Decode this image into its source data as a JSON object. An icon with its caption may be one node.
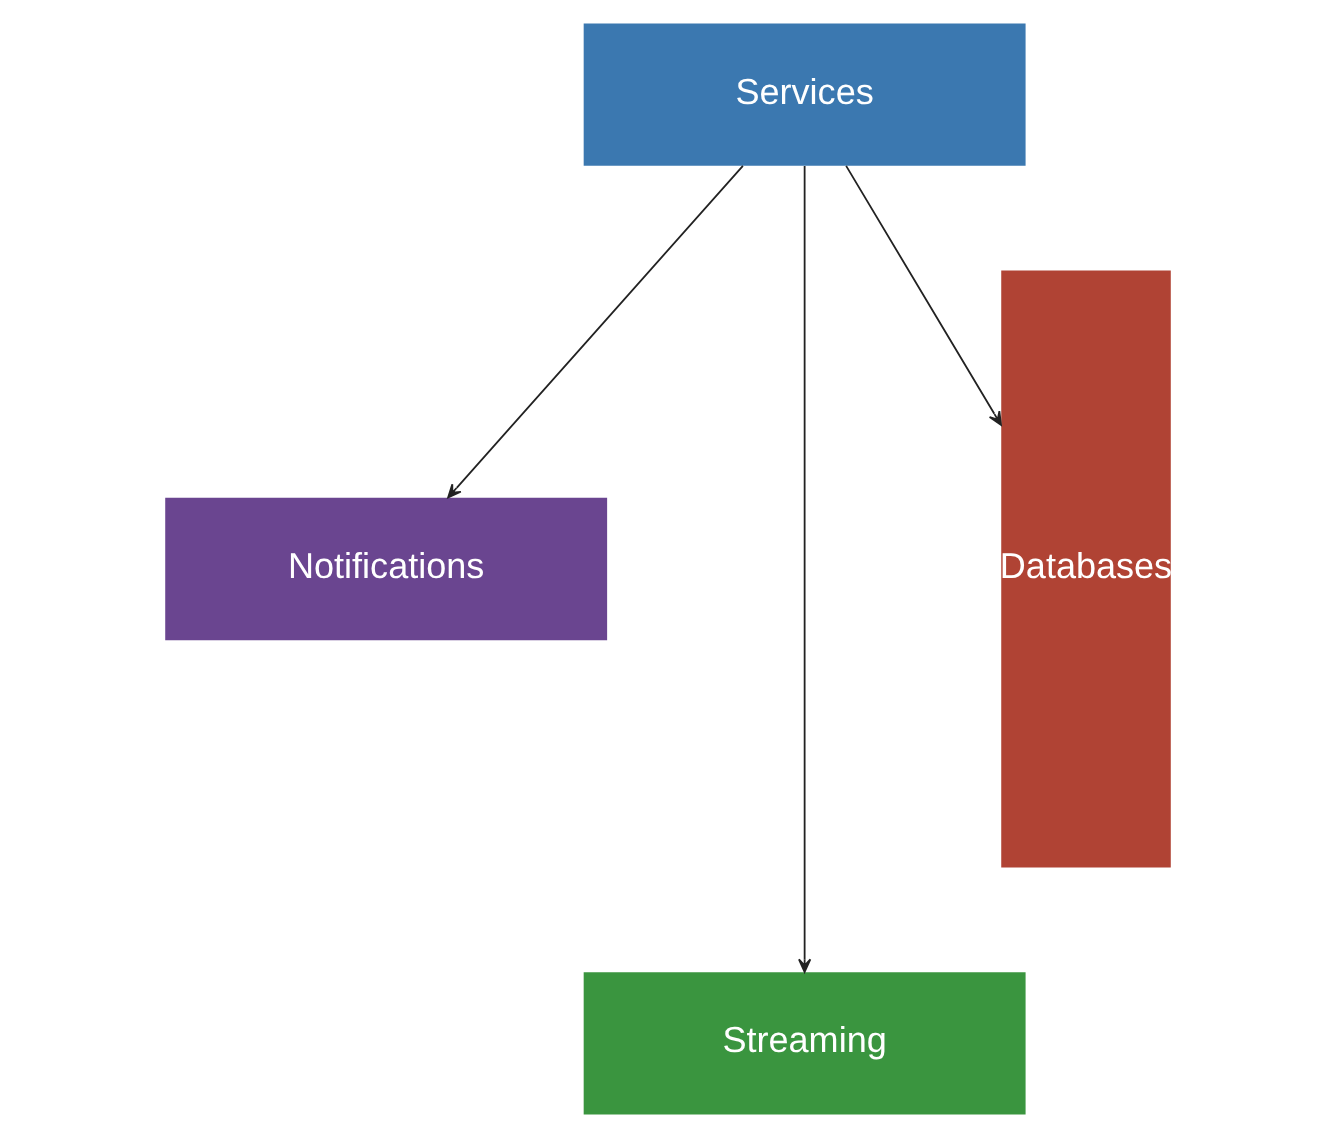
{
  "diagram": {
    "nodes": [
      {
        "text": [
          "Services"
        ]
      },
      {
        "text": [
          "Notifications"
        ]
      },
      {
        "text": [
          "Streaming"
        ]
      },
      {
        "text": [
          "Databases"
        ]
      }
    ],
    "edges": [
      {
        "from": 0,
        "to": 3,
        "arrow": "to"
      },
      {
        "from": 0,
        "to": 1,
        "arrow": "to"
      },
      {
        "from": 0,
        "to": 2,
        "arrow": "to"
      }
    ]
  }
}
